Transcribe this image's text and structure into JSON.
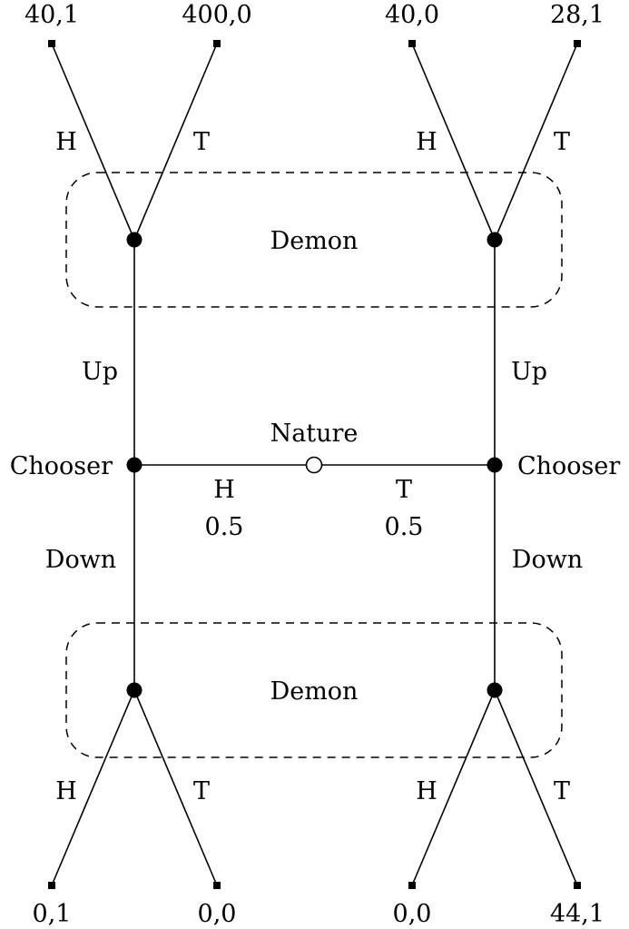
{
  "payoffs": {
    "top_left_h": "40,1",
    "top_left_t": "400,0",
    "top_right_h": "40,0",
    "top_right_t": "28,1",
    "bottom_left_h": "0,1",
    "bottom_left_t": "0,0",
    "bottom_right_h": "0,0",
    "bottom_right_t": "44,1"
  },
  "labels": {
    "h": "H",
    "t": "T",
    "up": "Up",
    "down": "Down",
    "chooser": "Chooser",
    "nature": "Nature",
    "demon": "Demon",
    "prob_h": "0.5",
    "prob_t": "0.5"
  },
  "colors": {
    "line": "#000000",
    "chance_node_fill": "#ffffff",
    "decision_node_fill": "#000000"
  }
}
